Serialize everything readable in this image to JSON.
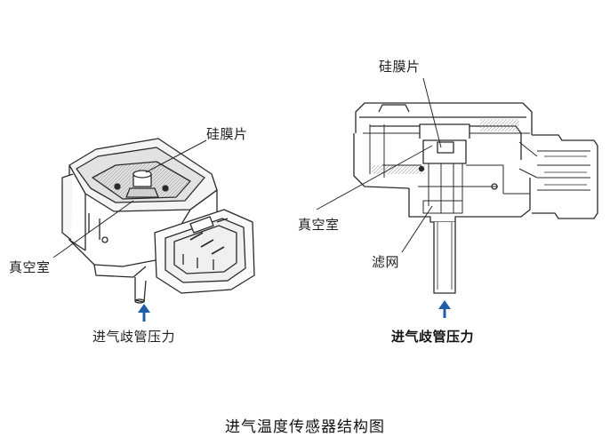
{
  "left_diagram": {
    "label_silicon_chip": "硅膜片",
    "label_vacuum_chamber": "真空室",
    "label_intake_pressure": "进气歧管压力"
  },
  "right_diagram": {
    "label_silicon_chip": "硅膜片",
    "label_vacuum_chamber": "真空室",
    "label_filter": "滤网",
    "label_intake_pressure": "进气歧管压力"
  },
  "caption": "进气温度传感器结构图",
  "colors": {
    "line": "#2a2a2a",
    "arrow": "#1f5fa8",
    "background": "#ffffff"
  }
}
